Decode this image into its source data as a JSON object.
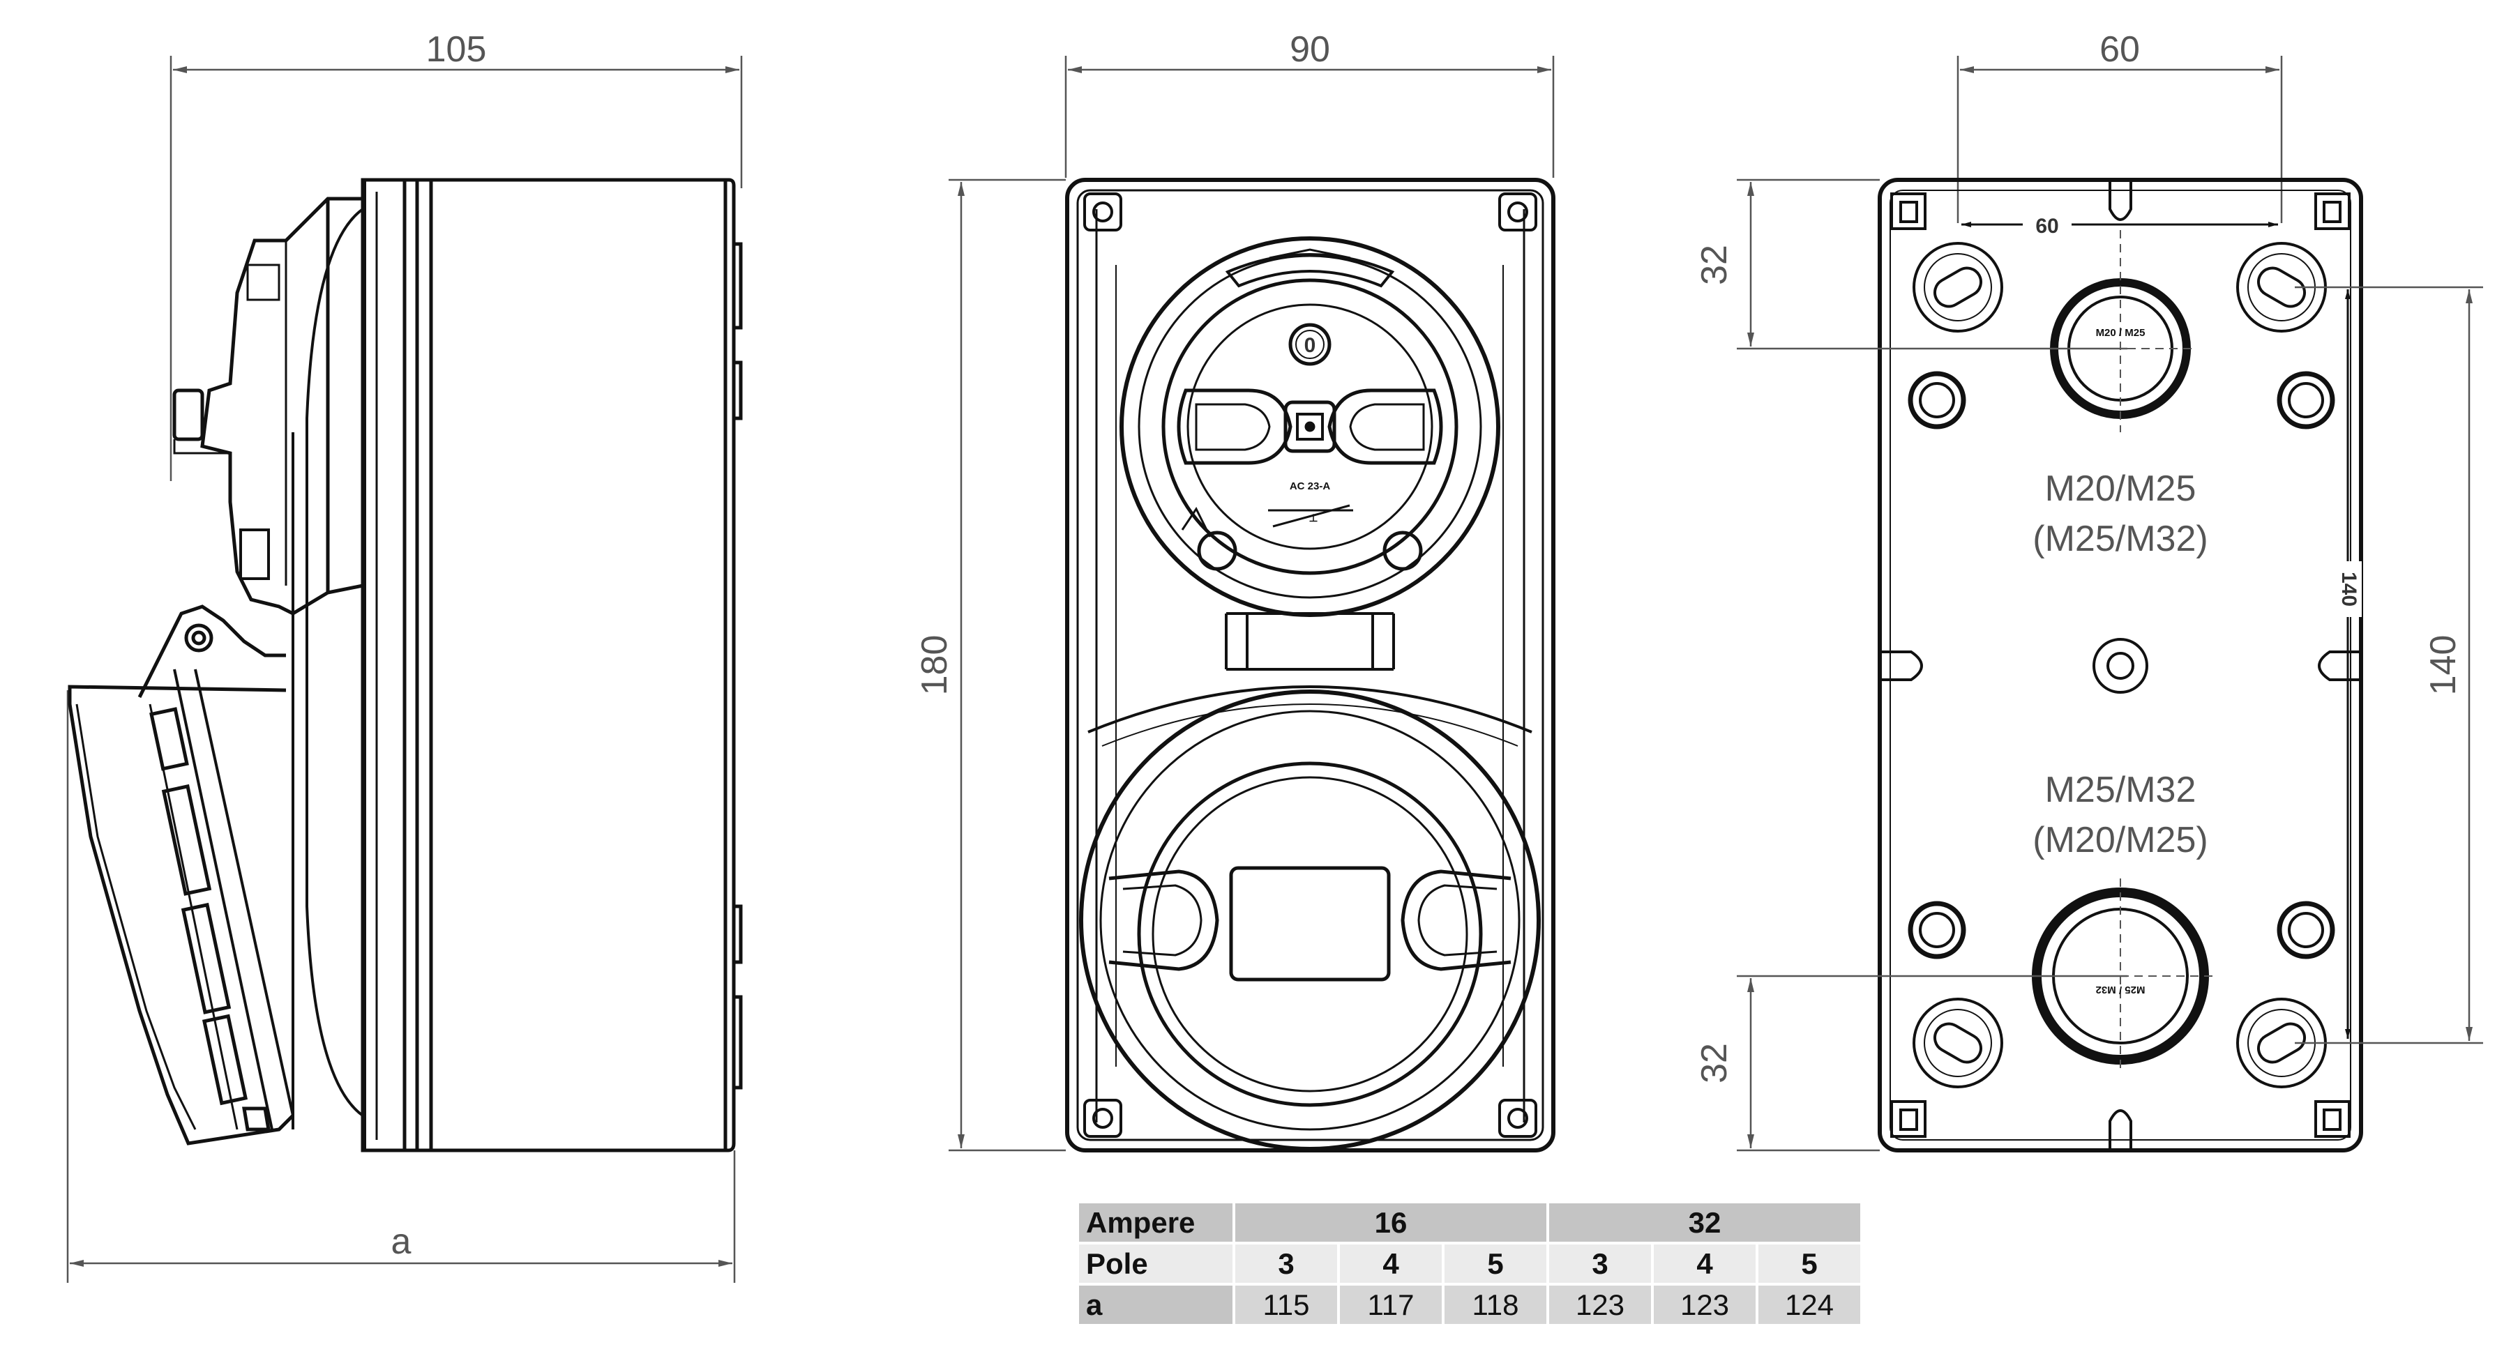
{
  "dimensions": {
    "side_width": "105",
    "side_total": "a",
    "front_width": "90",
    "front_height": "180",
    "back_width": "60",
    "back_inner_width": "60",
    "back_top_offset": "32",
    "back_bottom_offset": "32",
    "back_inner_height": "140",
    "back_height": "140"
  },
  "labels": {
    "top_gland": "M20/M25",
    "top_gland_alt": "(M25/M32)",
    "bottom_gland": "M25/M32",
    "bottom_gland_alt": "(M20/M25)",
    "top_gland_mark": "M20 / M25",
    "bottom_gland_mark": "M25 / M32",
    "switch_rating": "AC 23-A",
    "switch_off": "0"
  },
  "table": {
    "ampere_label": "Ampere",
    "pole_label": "Pole",
    "a_label": "a",
    "groups": [
      "16",
      "32"
    ],
    "poles": [
      "3",
      "4",
      "5",
      "3",
      "4",
      "5"
    ],
    "a_values": [
      "115",
      "117",
      "118",
      "123",
      "123",
      "124"
    ]
  }
}
